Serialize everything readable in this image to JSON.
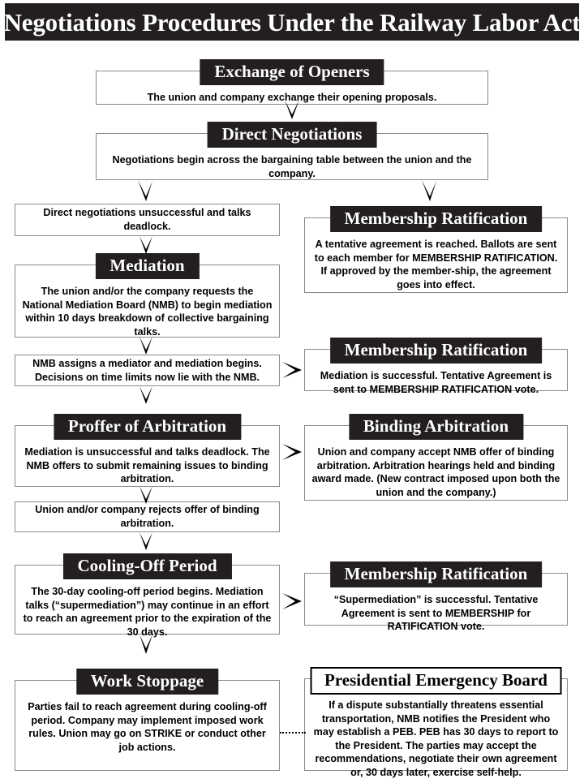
{
  "title": "Negotiations Procedures Under the Railway Labor Act",
  "colors": {
    "banner_bg": "#231f20",
    "banner_text": "#ffffff",
    "header_bg": "#231f20",
    "header_text": "#ffffff",
    "box_border": "#8a8a8a",
    "page_bg": "#ffffff",
    "text": "#000000"
  },
  "nodes": {
    "exchange_of_openers": {
      "header": "Exchange of Openers",
      "body": "The union and company exchange their opening proposals."
    },
    "direct_negotiations": {
      "header": "Direct Negotiations",
      "body": "Negotiations begin across the bargaining table between the union and the company."
    },
    "direct_negotiations_unsuccessful": {
      "body": "Direct negotiations unsuccessful and talks deadlock."
    },
    "membership_ratification_1": {
      "header": "Membership Ratification",
      "body": "A tentative agreement is reached. Ballots are sent to each member for MEMBERSHIP RATIFICATION. If approved by the member-ship, the agreement goes into effect."
    },
    "mediation": {
      "header": "Mediation",
      "body": "The union and/or the company requests the National Mediation Board (NMB) to begin mediation within 10 days breakdown of collective bargaining talks."
    },
    "nmb_assigns_mediator": {
      "body": "NMB assigns a mediator and mediation begins. Decisions on time limits now lie with the NMB."
    },
    "membership_ratification_2": {
      "header": "Membership Ratification",
      "body": "Mediation is successful. Tentative Agreement is sent to  MEMBERSHIP RATIFICATION vote."
    },
    "proffer_of_arbitration": {
      "header": "Proffer of Arbitration",
      "body": "Mediation is unsuccessful and talks deadlock. The NMB offers to submit remaining issues to binding arbitration."
    },
    "binding_arbitration": {
      "header": "Binding Arbitration",
      "body": "Union and company accept NMB offer of binding arbitration. Arbitration hearings held and binding award made. (New contract imposed upon both the union and the company.)"
    },
    "union_rejects_offer": {
      "body": "Union and/or company rejects offer of binding arbitration."
    },
    "cooling_off_period": {
      "header": "Cooling-Off Period",
      "body": "The 30-day cooling-off period begins. Mediation talks (“supermediation”) may continue in an effort to reach an agreement prior to the expiration of the 30 days."
    },
    "membership_ratification_3": {
      "header": "Membership Ratification",
      "body": "“Supermediation” is successful. Tentative Agreement is sent to MEMBERSHIP for RATIFICATION vote."
    },
    "work_stoppage": {
      "header": "Work Stoppage",
      "body": "Parties fail to reach agreement during cooling-off period. Company may implement imposed work rules.  Union may go on STRIKE or conduct other job actions."
    },
    "presidential_emergency_board": {
      "header": "Presidential Emergency Board",
      "body": "If a dispute substantially threatens essential transportation, NMB notifies the President who may establish a PEB. PEB has 30 days to report to the President. The parties may accept the recommendations, negotiate their own agreement or, 30 days later, exercise self-help."
    }
  },
  "connectors": [
    {
      "name": "openers-to-direct-negotiations",
      "type": "arrow-down"
    },
    {
      "name": "direct-negotiations-to-unsuccessful",
      "type": "arrow-down"
    },
    {
      "name": "direct-negotiations-to-ratification-1",
      "type": "arrow-down"
    },
    {
      "name": "unsuccessful-to-mediation",
      "type": "arrow-down"
    },
    {
      "name": "mediation-to-nmb-assigns",
      "type": "arrow-down"
    },
    {
      "name": "nmb-assigns-to-ratification-2",
      "type": "arrow-right"
    },
    {
      "name": "nmb-assigns-to-proffer",
      "type": "arrow-down"
    },
    {
      "name": "proffer-to-binding-arbitration",
      "type": "arrow-right"
    },
    {
      "name": "proffer-to-rejects-offer",
      "type": "arrow-down"
    },
    {
      "name": "rejects-offer-to-cooling-off",
      "type": "arrow-down"
    },
    {
      "name": "cooling-off-to-ratification-3",
      "type": "arrow-right"
    },
    {
      "name": "cooling-off-to-work-stoppage",
      "type": "arrow-down"
    },
    {
      "name": "work-stoppage-to-peb",
      "type": "dotted-line"
    }
  ]
}
